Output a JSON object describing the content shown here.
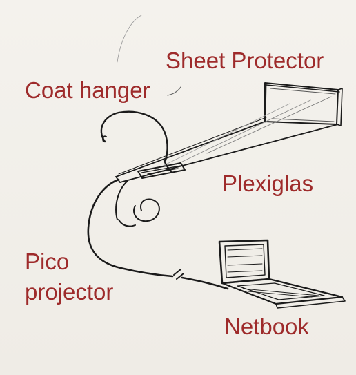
{
  "labels": {
    "sheet_protector": "Sheet Protector",
    "coat_hanger": "Coat hanger",
    "plexiglas": "Plexiglas",
    "pico_line1": "Pico",
    "pico_line2": "projector",
    "netbook": "Netbook"
  },
  "colors": {
    "label": "#9e2b2b",
    "ink": "#1b1b1b",
    "paper": "#f3f1ec"
  }
}
